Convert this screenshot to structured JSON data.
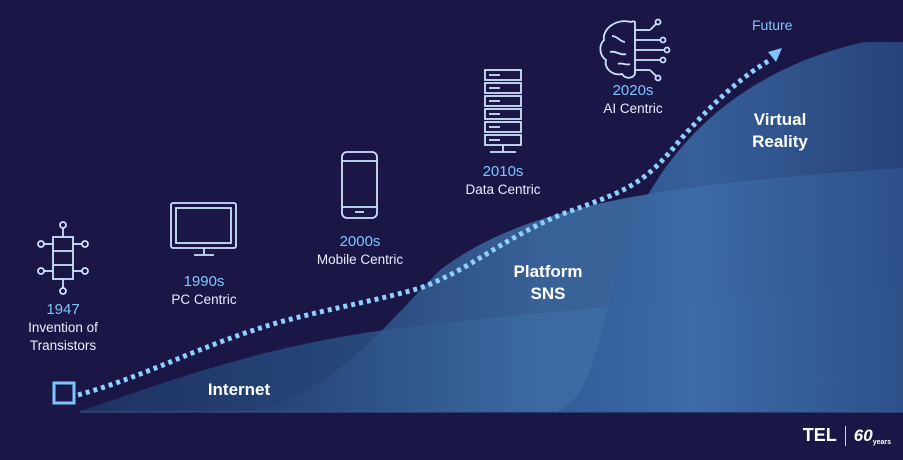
{
  "eras": [
    {
      "year": "1947",
      "desc": [
        "Invention of",
        "Transistors"
      ],
      "icon": "transistor-icon"
    },
    {
      "year": "1990s",
      "desc": [
        "PC Centric"
      ],
      "icon": "monitor-icon"
    },
    {
      "year": "2000s",
      "desc": [
        "Mobile Centric"
      ],
      "icon": "smartphone-icon"
    },
    {
      "year": "2010s",
      "desc": [
        "Data Centric"
      ],
      "icon": "server-rack-icon"
    },
    {
      "year": "2020s",
      "desc": [
        "AI Centric"
      ],
      "icon": "brain-circuit-icon"
    }
  ],
  "waves": {
    "internet": "Internet",
    "platform": [
      "Platform",
      "SNS"
    ],
    "vr": [
      "Virtual",
      "Reality"
    ]
  },
  "future_label": "Future",
  "brand": {
    "name": "TEL",
    "anniversary": "60",
    "anniversary_sub": "years"
  },
  "colors": {
    "background": "#1a1747",
    "accent": "#7fc4ff",
    "dotted_path": "#8fd0ff",
    "wave_dark": "#2b4f86",
    "wave_mid": "#3a6aa3",
    "wave_light": "#5a8fc4"
  }
}
